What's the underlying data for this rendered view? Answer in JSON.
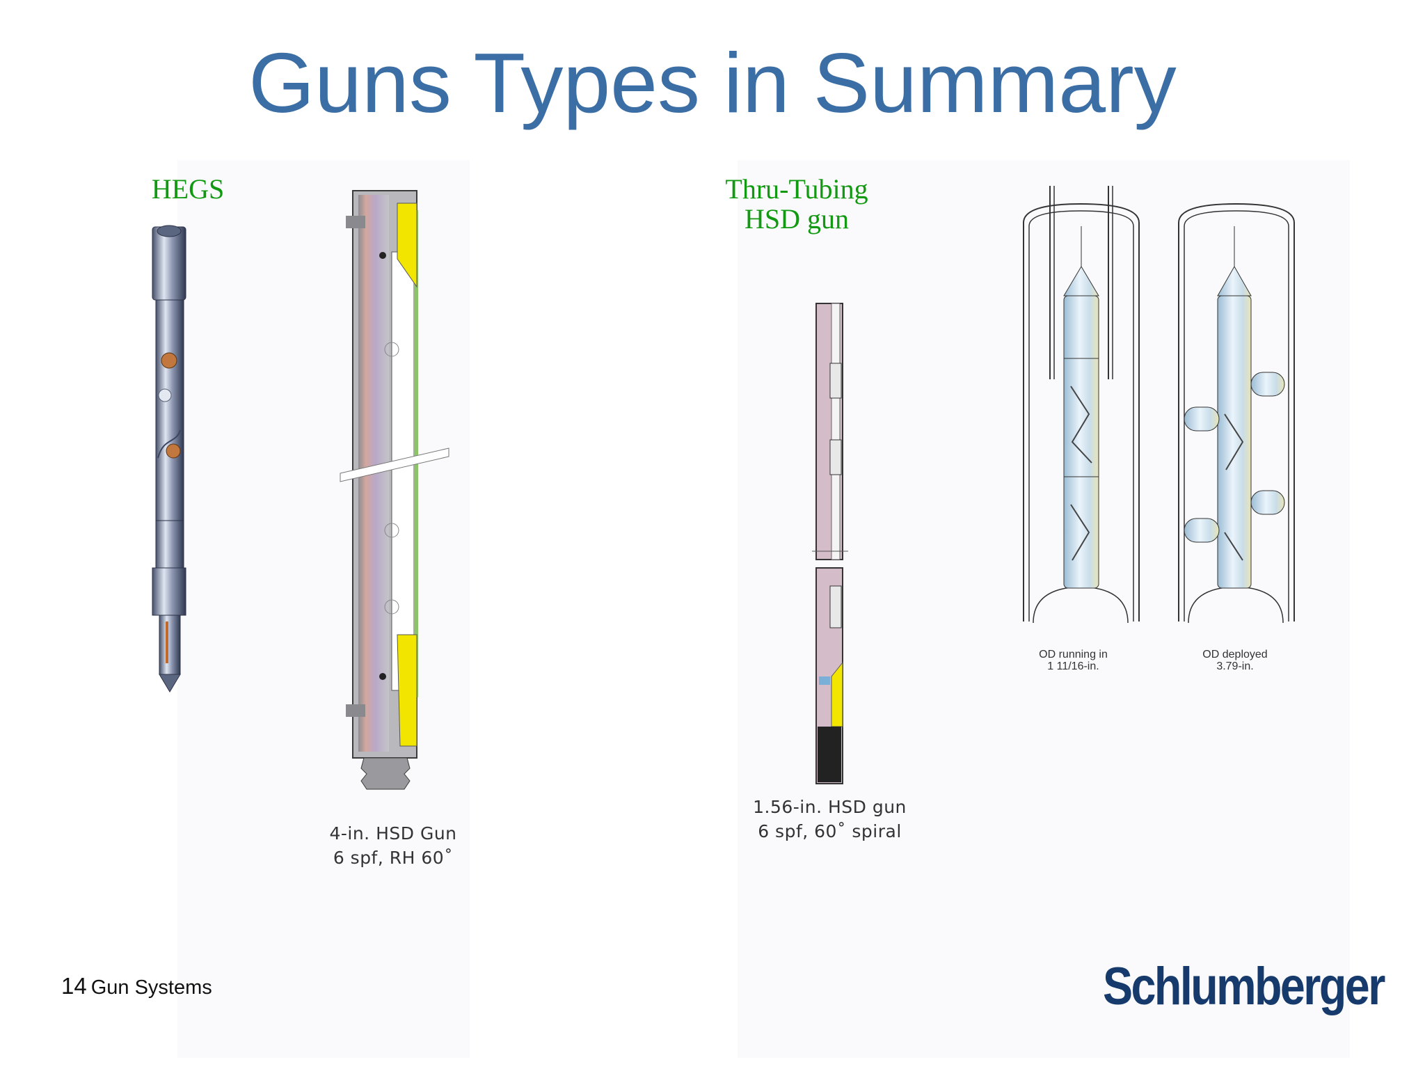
{
  "slide": {
    "title": "Guns Types in Summary",
    "page_number": "14",
    "footer_text": "Gun Systems"
  },
  "labels": {
    "hegs": "HEGS",
    "thru_tubing_line1": "Thru-Tubing",
    "thru_tubing_line2": "HSD gun"
  },
  "captions": {
    "hsd4_line1": "4-in. HSD Gun",
    "hsd4_line2": "6 spf, RH 60˚",
    "hsd156_line1": "1.56-in. HSD gun",
    "hsd156_line2": "6 spf, 60˚ spiral",
    "od_running_line1": "OD running in",
    "od_running_line2": "1 11/16-in.",
    "od_deployed_line1": "OD deployed",
    "od_deployed_line2": "3.79-in."
  },
  "logo": {
    "text": "Schlumberger",
    "color": "#163A6C"
  },
  "colors": {
    "title": "#3A6EA5",
    "label_green": "#119911",
    "explosive_yellow": "#F2E600"
  }
}
